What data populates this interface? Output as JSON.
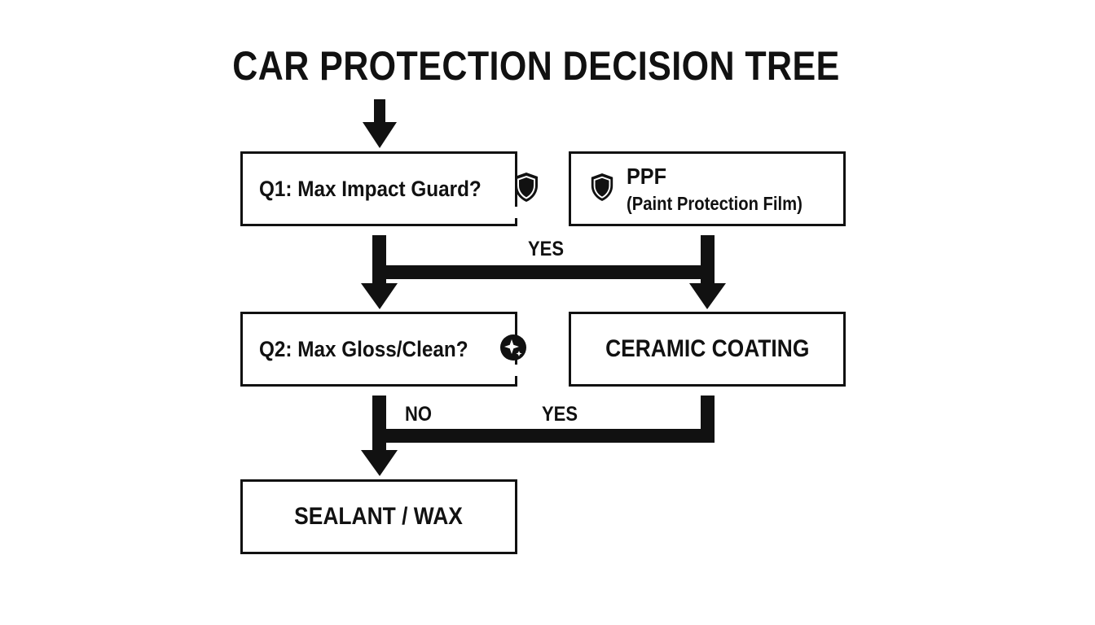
{
  "title": "CAR PROTECTION DECISION TREE",
  "nodes": {
    "q1": {
      "label": "Q1: Max Impact Guard?",
      "icon": "shield-icon"
    },
    "ppf": {
      "title": "PPF",
      "subtitle": "(Paint Protection Film)",
      "icon": "shield-icon"
    },
    "q2": {
      "label": "Q2: Max Gloss/Clean?",
      "icon": "sparkle-icon"
    },
    "ceramic": {
      "label": "CERAMIC COATING"
    },
    "sealant": {
      "label": "SEALANT / WAX"
    }
  },
  "edges": {
    "q1_yes": "YES",
    "q2_no": "NO",
    "q2_yes": "YES"
  },
  "colors": {
    "ink": "#111111",
    "background": "#ffffff"
  }
}
